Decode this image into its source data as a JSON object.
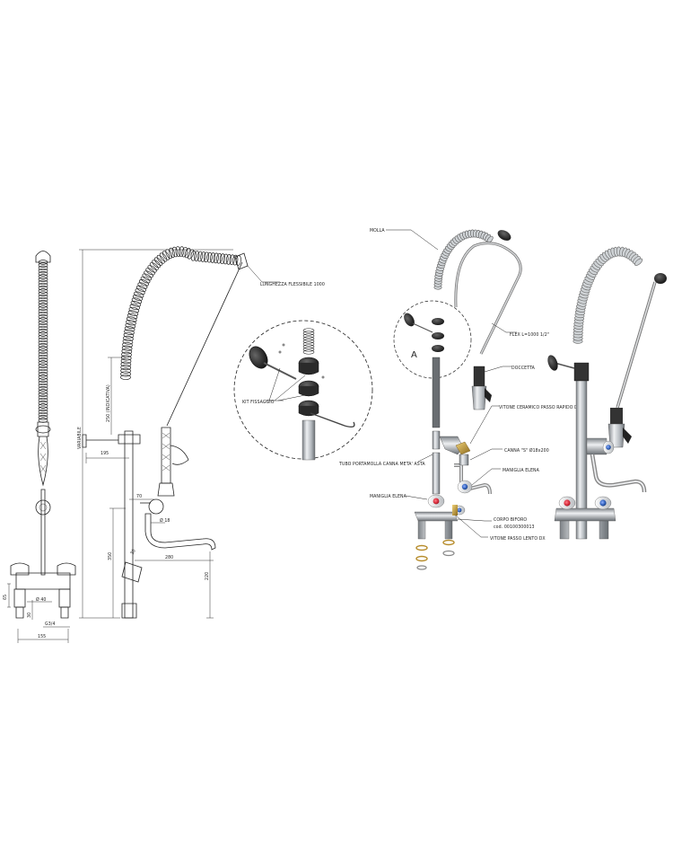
{
  "technical_drawing": {
    "dimensions": {
      "variabile": "VARIABILE",
      "d250": "250 (INDICATIVA)",
      "d195": "195",
      "d70": "70",
      "d18": "Ø 18",
      "d350": "350",
      "d280": "280",
      "d220": "220",
      "d65": "65",
      "d30": "30",
      "d40": "Ø 40",
      "d3_4": "G3/4",
      "d155": "155",
      "d30b": "30"
    },
    "labels": {
      "flex_length": "LUNGHEZZA FLESSIBILE 1000",
      "kit": "KIT FISSAGGIO"
    }
  },
  "exploded_view": {
    "labels": {
      "molla": "MOLLA",
      "detail_a": "A",
      "flex": "FLEX L=1000 1/2\"",
      "doccetta": "DOCCETTA",
      "vitone_ceramico": "VITONE CERAMICO PASSO RAPIDO DX",
      "tubo": "TUBO PORTAMOLLA CANNA META' ASTA",
      "canna": "CANNA \"S\" Ø18x200",
      "maniglia_elena_r": "MANIGLIA ELENA",
      "maniglia_elena_l": "MANIGLIA ELENA",
      "corpo_line1": "CORPO BIFORO",
      "corpo_line2": "cod. 00100300013",
      "vitone_lento": "VITONE PASSO LENTO DX"
    }
  },
  "colors": {
    "ink": "#222222",
    "steel_light": "#d9dcdf",
    "steel_mid": "#a7acb1",
    "steel_dark": "#6b7075",
    "hot_red": "#d62b3a",
    "cold_blue": "#2f5fb8",
    "brass": "#c9a24a"
  }
}
